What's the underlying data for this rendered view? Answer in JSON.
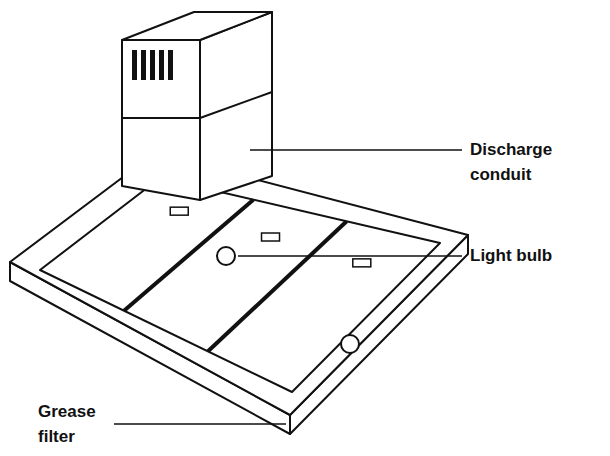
{
  "diagram": {
    "labels": [
      "Discharge conduit",
      "Light bulb",
      "Grease filter"
    ]
  }
}
